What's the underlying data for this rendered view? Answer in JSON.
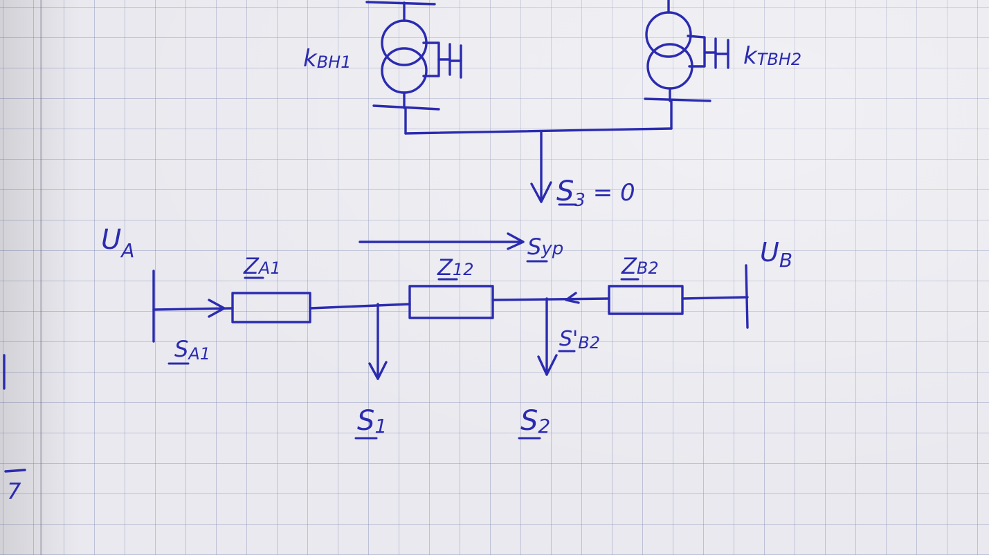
{
  "transformers": {
    "t1_label": "k",
    "t1_sub": "ВН1",
    "t2_label": "k",
    "t2_sub": "ТВН2"
  },
  "s3": {
    "sym": "S",
    "sub": "3",
    "eq": " = 0"
  },
  "node_a": {
    "sym": "U",
    "sub": "A"
  },
  "node_b": {
    "sym": "U",
    "sub": "B"
  },
  "impedances": {
    "za1": {
      "sym": "Z",
      "sub": "A1"
    },
    "z12": {
      "sym": "Z",
      "sub": "12"
    },
    "zb2": {
      "sym": "Z",
      "sub": "B2"
    }
  },
  "flows": {
    "sa1": {
      "sym": "S",
      "sub": "A1"
    },
    "sb2": {
      "sym": "S'",
      "sub": "B2"
    },
    "syp": {
      "sym": "S",
      "sub": "ур"
    }
  },
  "loads": {
    "s1": {
      "sym": "S",
      "sub": "1"
    },
    "s2": {
      "sym": "S",
      "sub": "2"
    }
  },
  "margin_marks": {
    "page_no": "7"
  },
  "colors": {
    "ink": "#2b2bb0",
    "paper": "#e9e9ef",
    "grid": "#8a90b8"
  }
}
